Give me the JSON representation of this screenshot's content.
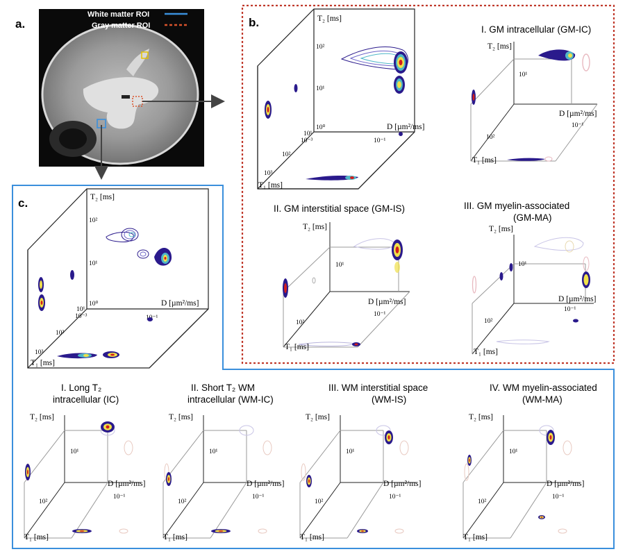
{
  "panels": {
    "a": {
      "label": "a."
    },
    "b": {
      "label": "b."
    },
    "c": {
      "label": "c."
    }
  },
  "legend": {
    "white_matter": "White matter ROI",
    "gray_matter": "Gray matter ROI",
    "white_matter_color": "#3a8fdc",
    "gray_matter_color": "#d9532b"
  },
  "axes": {
    "t2": "T₂ [ms]",
    "t1": "T₁ [ms]",
    "d": "D [µm²/ms]"
  },
  "ticks": {
    "t2_2": "10²",
    "t2_1": "10¹",
    "t2_0": "10⁰",
    "d_m3": "10⁻³",
    "d_m1": "10⁻¹",
    "t1_1": "10¹",
    "t1_2": "10²",
    "t1_3": "10³"
  },
  "gm_components": [
    {
      "title": "I. GM intracellular (GM-IC)"
    },
    {
      "title": "II. GM interstitial space (GM-IS)"
    },
    {
      "title_line1": "III. GM myelin-associated",
      "title_line2": "(GM-MA)"
    }
  ],
  "wm_components": [
    {
      "title_line1": "I. Long T₂",
      "title_line2": "intracellular (IC)"
    },
    {
      "title_line1": "II. Short T₂ WM",
      "title_line2": "intracellular (WM-IC)"
    },
    {
      "title_line1": "III. WM interstitial space",
      "title_line2": "(WM-IS)"
    },
    {
      "title_line1": "IV. WM myelin-associated",
      "title_line2": "(WM-MA)"
    }
  ],
  "colors": {
    "gm_box": "#c0392b",
    "wm_box": "#3a8fdc",
    "contour_outer": "#2a1a8c",
    "contour_mid": "#4fb7c7",
    "contour_core": "#f0e04a",
    "contour_peak": "#d21e1e"
  }
}
